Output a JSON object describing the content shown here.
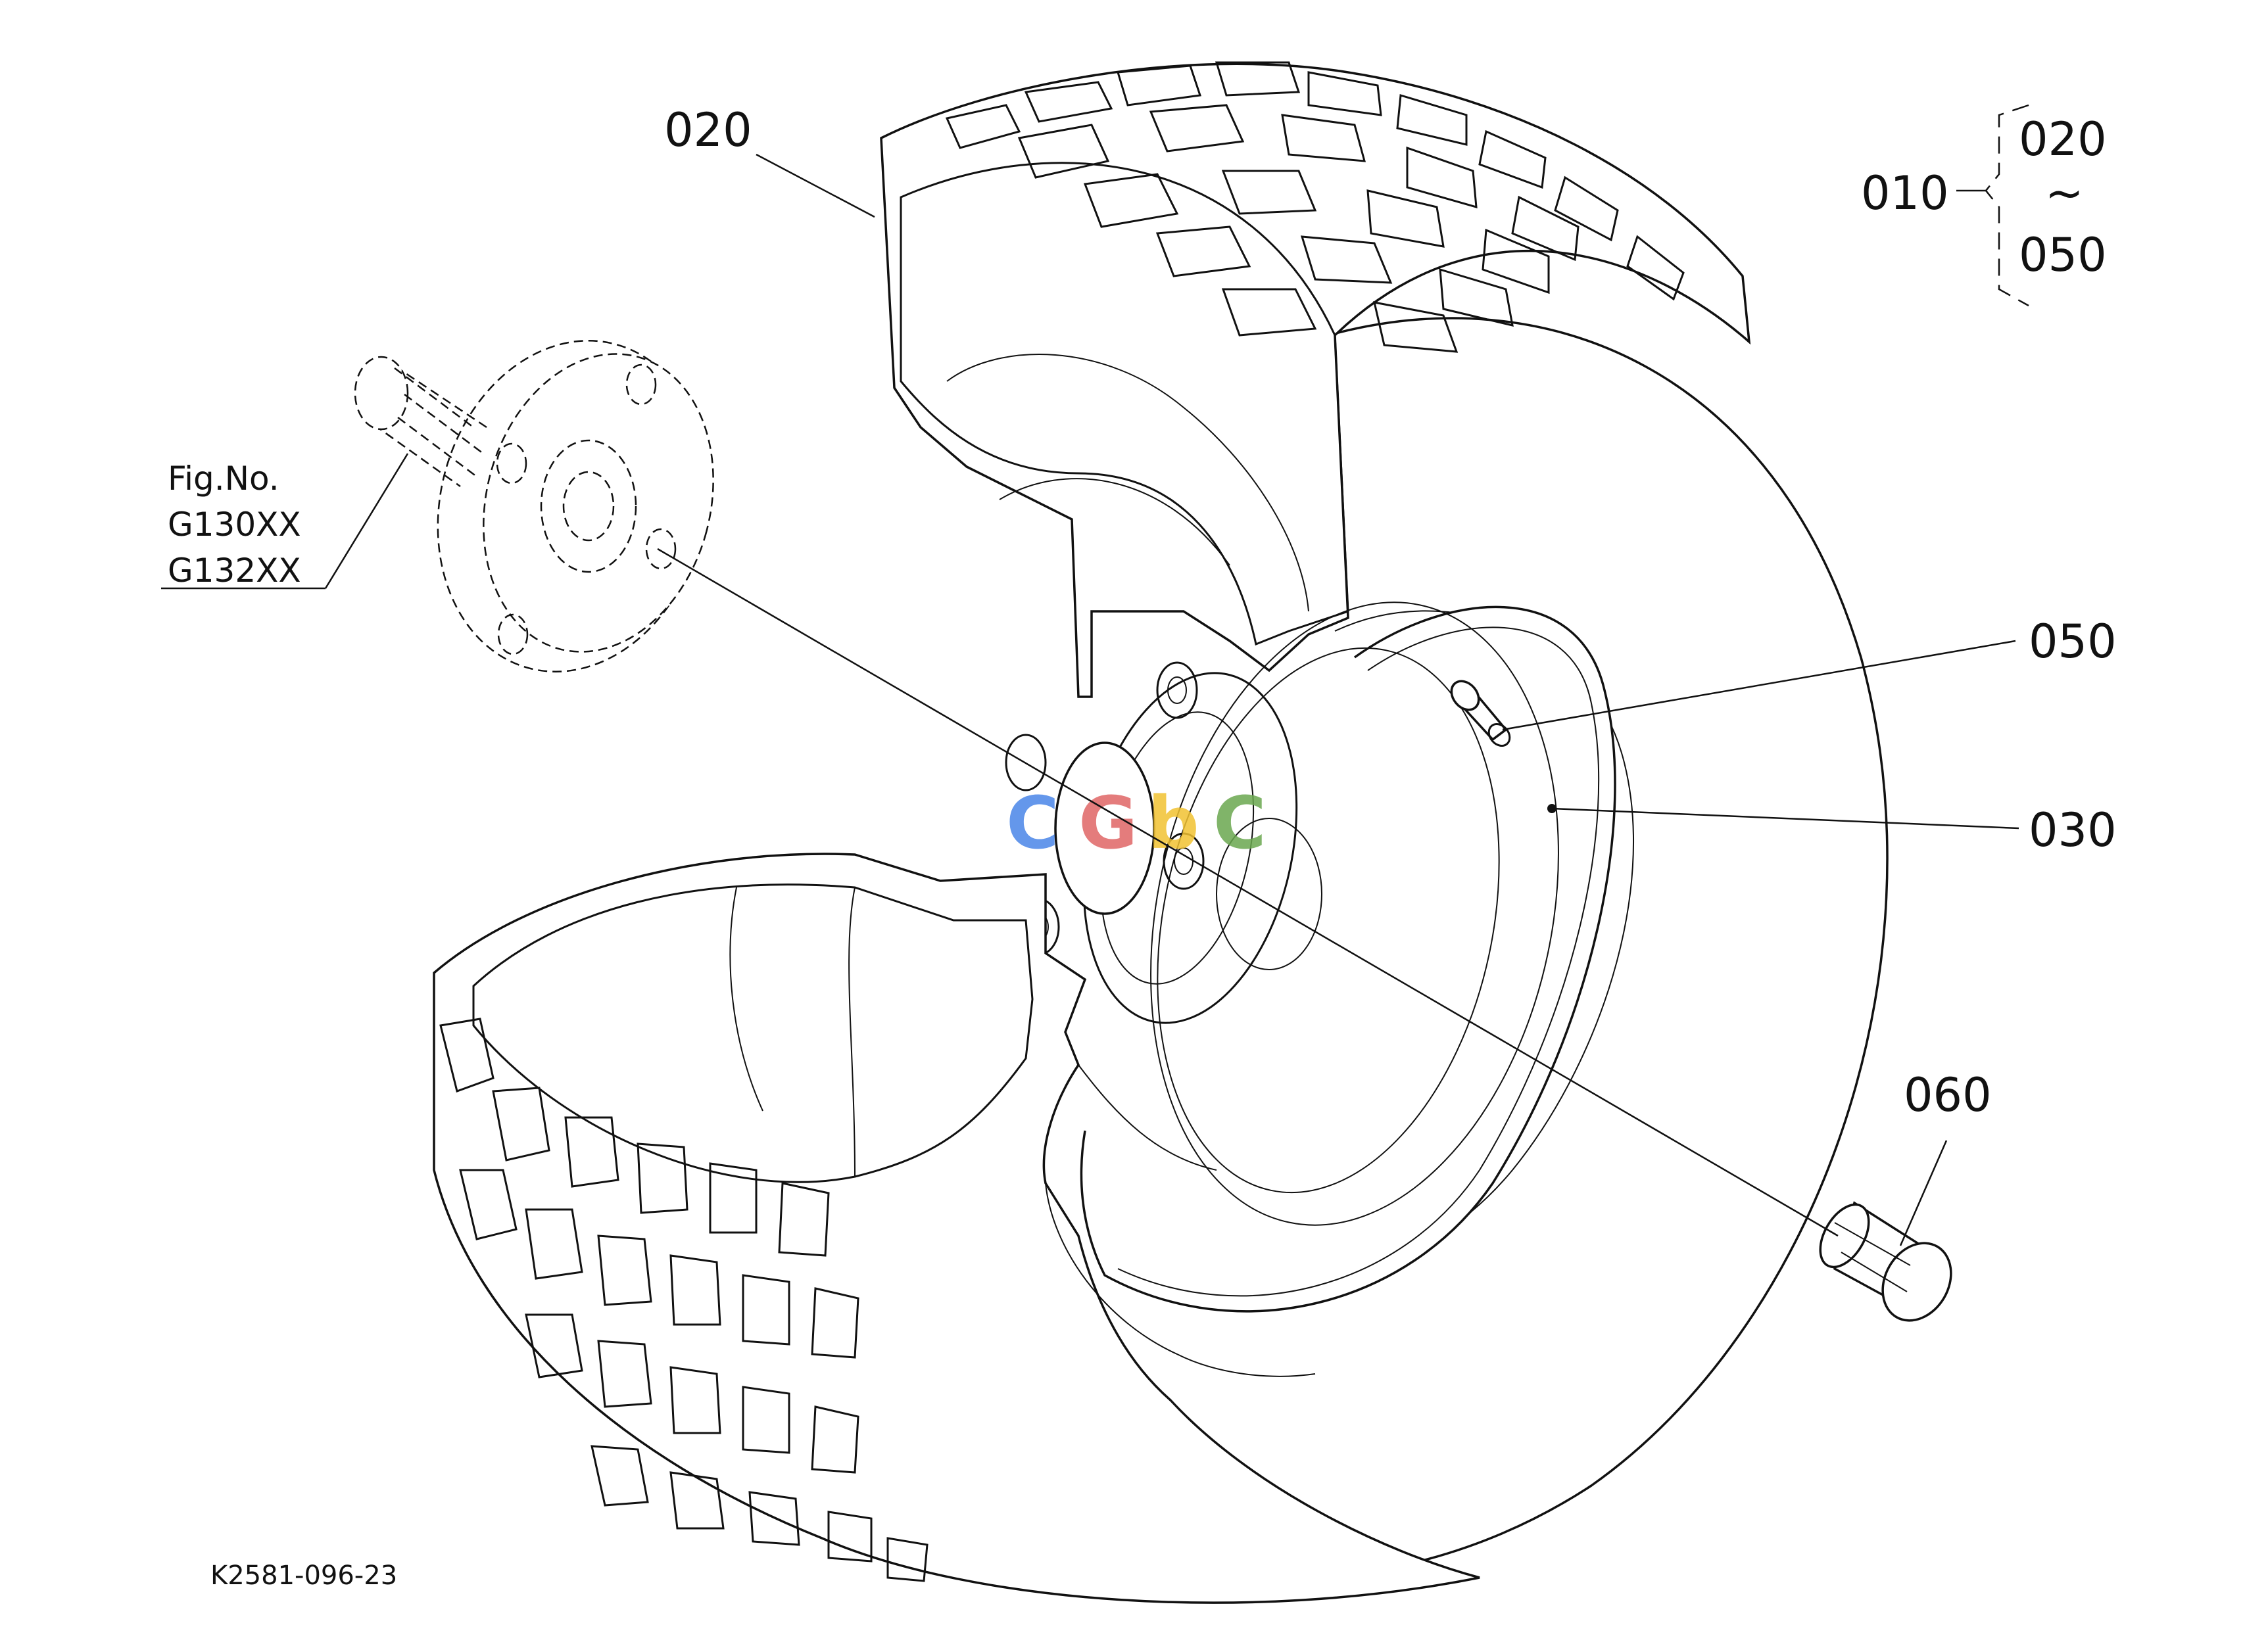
{
  "diagram": {
    "drawing_code": "K2581-096-23",
    "assembly": {
      "part_no": "010",
      "range_from": "020",
      "range_sep": "~",
      "range_to": "050"
    },
    "reference": {
      "line1": "Fig.No.",
      "line2": "G130XX",
      "line3": "G132XX"
    },
    "callouts": {
      "tire": "020",
      "valve": "050",
      "rim": "030",
      "nut": "060"
    },
    "watermark": {
      "letters": [
        "C",
        "G",
        "b",
        "C"
      ],
      "colors": [
        "#4a86e8",
        "#e06666",
        "#f1c232",
        "#6aa84f"
      ]
    }
  }
}
